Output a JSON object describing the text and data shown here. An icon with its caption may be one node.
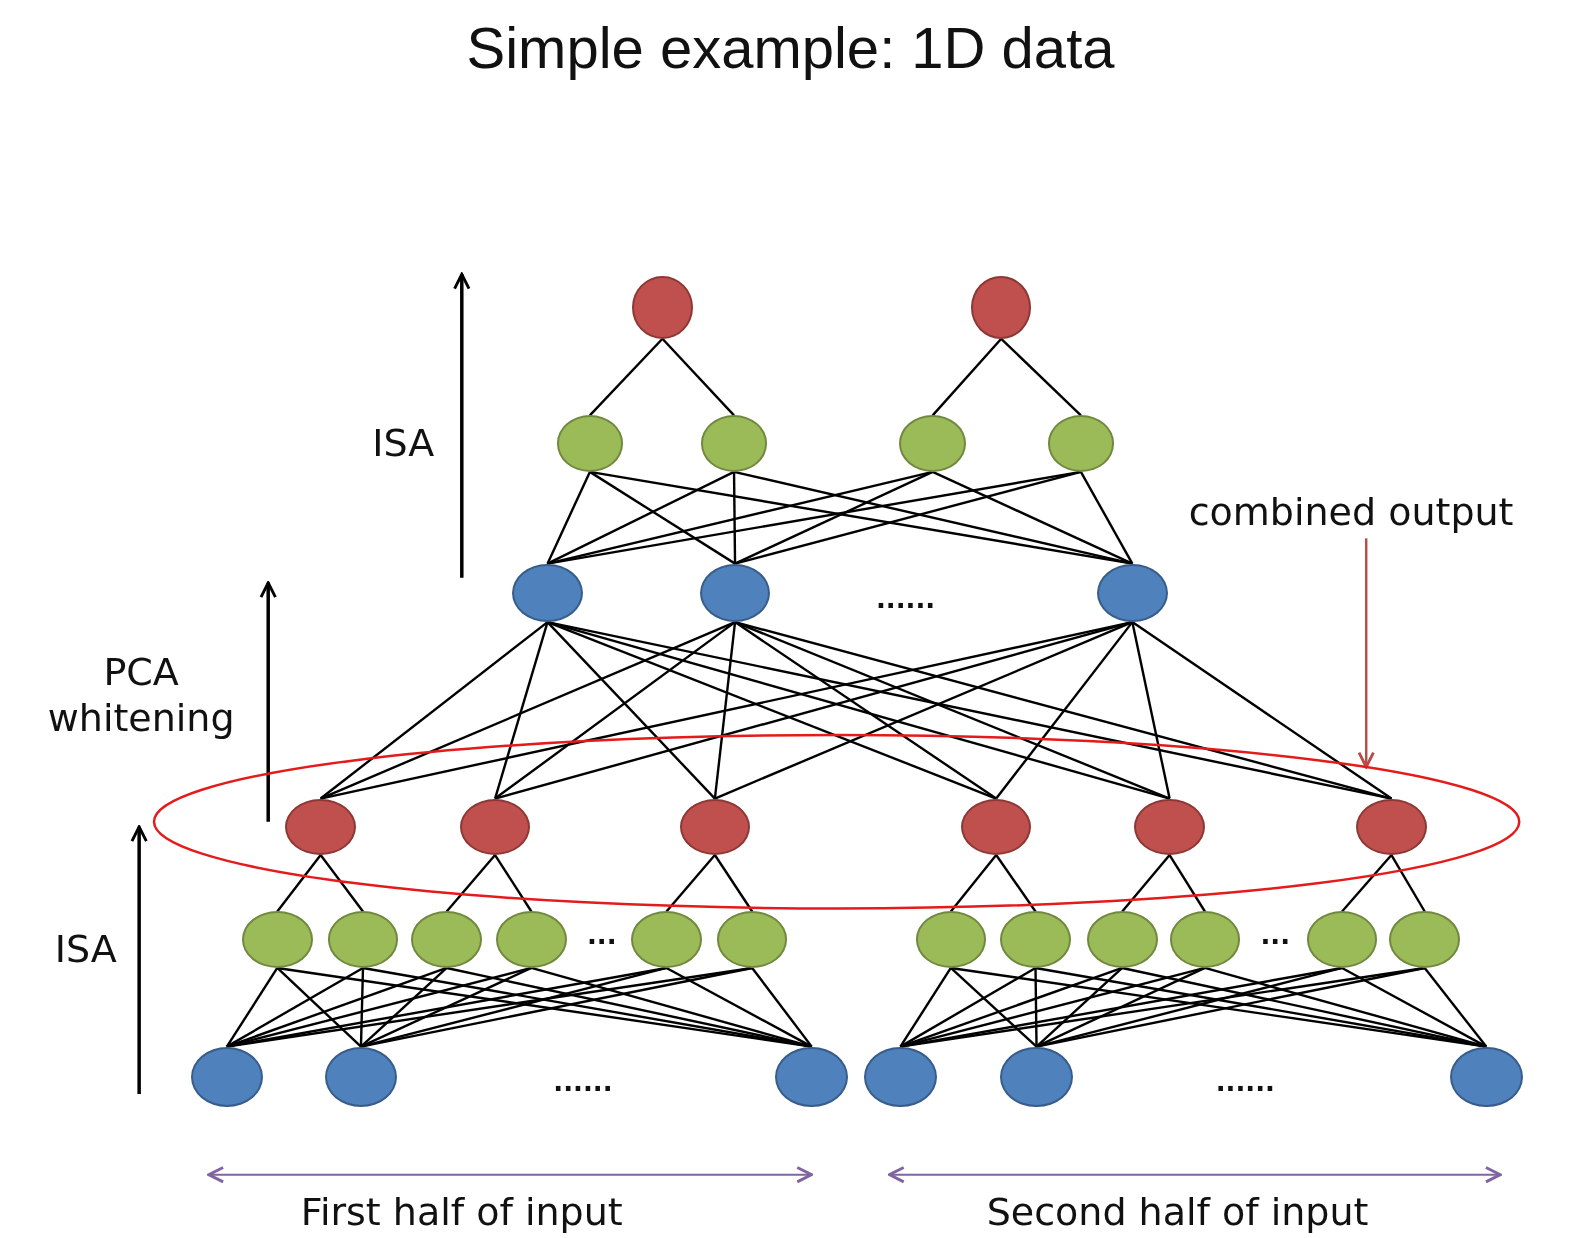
{
  "diagram": {
    "title": "Simple example: 1D data",
    "nodes": [
      {
        "text": [],
        "shape": "circle"
      },
      {
        "text": [],
        "shape": "circle"
      },
      {
        "text": [],
        "shape": "circle"
      },
      {
        "text": [],
        "shape": "circle"
      },
      {
        "text": [],
        "shape": "circle"
      },
      {
        "text": [],
        "shape": "circle"
      },
      {
        "text": [
          "combined output"
        ]
      },
      {
        "text": [],
        "shape": "circle"
      },
      {
        "text": [],
        "shape": "circle"
      },
      {
        "text": [],
        "shape": "circle"
      },
      {
        "text": [],
        "shape": "ellipse"
      },
      {
        "text": [],
        "shape": "circle",
        "in": 10
      },
      {
        "text": [],
        "shape": "circle",
        "in": 10
      },
      {
        "text": [],
        "shape": "circle",
        "in": 10
      },
      {
        "text": [],
        "shape": "circle",
        "in": 10
      },
      {
        "text": [],
        "shape": "circle",
        "in": 10
      },
      {
        "text": [],
        "shape": "circle",
        "in": 10
      },
      {
        "text": [],
        "shape": "circle"
      },
      {
        "text": [],
        "shape": "circle"
      },
      {
        "text": [],
        "shape": "circle"
      },
      {
        "text": [],
        "shape": "circle"
      },
      {
        "text": [],
        "shape": "circle"
      },
      {
        "text": [],
        "shape": "circle"
      },
      {
        "text": [],
        "shape": "circle"
      },
      {
        "text": [],
        "shape": "circle"
      },
      {
        "text": [],
        "shape": "circle"
      },
      {
        "text": [],
        "shape": "circle"
      },
      {
        "text": [],
        "shape": "circle"
      },
      {
        "text": [],
        "shape": "circle"
      },
      {
        "text": [],
        "shape": "circle"
      },
      {
        "text": [],
        "shape": "circle"
      },
      {
        "text": [],
        "shape": "circle"
      },
      {
        "text": [],
        "shape": "circle"
      },
      {
        "text": [],
        "shape": "circle"
      },
      {
        "text": [],
        "shape": "circle"
      }
    ],
    "edges": [
      {
        "from": 0,
        "to": 2,
        "arrow": "none"
      },
      {
        "from": 0,
        "to": 3,
        "arrow": "none"
      },
      {
        "from": 1,
        "to": 4,
        "arrow": "none"
      },
      {
        "from": 1,
        "to": 5,
        "arrow": "none"
      },
      {
        "from": 2,
        "to": 7,
        "arrow": "none"
      },
      {
        "from": 2,
        "to": 8,
        "arrow": "none"
      },
      {
        "from": 2,
        "to": 9,
        "arrow": "none"
      },
      {
        "from": 3,
        "to": 7,
        "arrow": "none"
      },
      {
        "from": 3,
        "to": 8,
        "arrow": "none"
      },
      {
        "from": 3,
        "to": 9,
        "arrow": "none"
      },
      {
        "from": 4,
        "to": 7,
        "arrow": "none"
      },
      {
        "from": 4,
        "to": 8,
        "arrow": "none"
      },
      {
        "from": 4,
        "to": 9,
        "arrow": "none"
      },
      {
        "from": 5,
        "to": 7,
        "arrow": "none"
      },
      {
        "from": 5,
        "to": 8,
        "arrow": "none"
      },
      {
        "from": 5,
        "to": 9,
        "arrow": "none"
      },
      {
        "from": 7,
        "to": 11,
        "arrow": "none"
      },
      {
        "from": 7,
        "to": 12,
        "arrow": "none"
      },
      {
        "from": 7,
        "to": 13,
        "arrow": "none"
      },
      {
        "from": 7,
        "to": 14,
        "arrow": "none"
      },
      {
        "from": 7,
        "to": 15,
        "arrow": "none"
      },
      {
        "from": 7,
        "to": 16,
        "arrow": "none"
      },
      {
        "from": 8,
        "to": 11,
        "arrow": "none"
      },
      {
        "from": 8,
        "to": 12,
        "arrow": "none"
      },
      {
        "from": 8,
        "to": 13,
        "arrow": "none"
      },
      {
        "from": 8,
        "to": 14,
        "arrow": "none"
      },
      {
        "from": 8,
        "to": 15,
        "arrow": "none"
      },
      {
        "from": 8,
        "to": 16,
        "arrow": "none"
      },
      {
        "from": 9,
        "to": 11,
        "arrow": "none"
      },
      {
        "from": 9,
        "to": 12,
        "arrow": "none"
      },
      {
        "from": 9,
        "to": 13,
        "arrow": "none"
      },
      {
        "from": 9,
        "to": 14,
        "arrow": "none"
      },
      {
        "from": 9,
        "to": 15,
        "arrow": "none"
      },
      {
        "from": 9,
        "to": 16,
        "arrow": "none"
      },
      {
        "from": 11,
        "to": 17,
        "arrow": "none"
      },
      {
        "from": 11,
        "to": 18,
        "arrow": "none"
      },
      {
        "from": 12,
        "to": 19,
        "arrow": "none"
      },
      {
        "from": 12,
        "to": 20,
        "arrow": "none"
      },
      {
        "from": 13,
        "to": 21,
        "arrow": "none"
      },
      {
        "from": 13,
        "to": 22,
        "arrow": "none"
      },
      {
        "from": 14,
        "to": 23,
        "arrow": "none"
      },
      {
        "from": 14,
        "to": 24,
        "arrow": "none"
      },
      {
        "from": 15,
        "to": 25,
        "arrow": "none"
      },
      {
        "from": 15,
        "to": 26,
        "arrow": "none"
      },
      {
        "from": 16,
        "to": 27,
        "arrow": "none"
      },
      {
        "from": 16,
        "to": 28,
        "arrow": "none"
      },
      {
        "from": 17,
        "to": 29,
        "arrow": "none"
      },
      {
        "from": 17,
        "to": 30,
        "arrow": "none"
      },
      {
        "from": 17,
        "to": 31,
        "arrow": "none"
      },
      {
        "from": 18,
        "to": 29,
        "arrow": "none"
      },
      {
        "from": 18,
        "to": 30,
        "arrow": "none"
      },
      {
        "from": 18,
        "to": 31,
        "arrow": "none"
      },
      {
        "from": 19,
        "to": 29,
        "arrow": "none"
      },
      {
        "from": 19,
        "to": 30,
        "arrow": "none"
      },
      {
        "from": 19,
        "to": 31,
        "arrow": "none"
      },
      {
        "from": 20,
        "to": 29,
        "arrow": "none"
      },
      {
        "from": 20,
        "to": 30,
        "arrow": "none"
      },
      {
        "from": 20,
        "to": 31,
        "arrow": "none"
      },
      {
        "from": 21,
        "to": 29,
        "arrow": "none"
      },
      {
        "from": 21,
        "to": 30,
        "arrow": "none"
      },
      {
        "from": 21,
        "to": 31,
        "arrow": "none"
      },
      {
        "from": 22,
        "to": 29,
        "arrow": "none"
      },
      {
        "from": 22,
        "to": 30,
        "arrow": "none"
      },
      {
        "from": 22,
        "to": 31,
        "arrow": "none"
      },
      {
        "from": 23,
        "to": 32,
        "arrow": "none"
      },
      {
        "from": 23,
        "to": 33,
        "arrow": "none"
      },
      {
        "from": 23,
        "to": 34,
        "arrow": "none"
      },
      {
        "from": 24,
        "to": 32,
        "arrow": "none"
      },
      {
        "from": 24,
        "to": 33,
        "arrow": "none"
      },
      {
        "from": 24,
        "to": 34,
        "arrow": "none"
      },
      {
        "from": 25,
        "to": 32,
        "arrow": "none"
      },
      {
        "from": 25,
        "to": 33,
        "arrow": "none"
      },
      {
        "from": 25,
        "to": 34,
        "arrow": "none"
      },
      {
        "from": 26,
        "to": 32,
        "arrow": "none"
      },
      {
        "from": 26,
        "to": 33,
        "arrow": "none"
      },
      {
        "from": 26,
        "to": 34,
        "arrow": "none"
      },
      {
        "from": 27,
        "to": 32,
        "arrow": "none"
      },
      {
        "from": 27,
        "to": 33,
        "arrow": "none"
      },
      {
        "from": 27,
        "to": 34,
        "arrow": "none"
      },
      {
        "from": 28,
        "to": 32,
        "arrow": "none"
      },
      {
        "from": 28,
        "to": 33,
        "arrow": "none"
      },
      {
        "from": 28,
        "to": 34,
        "arrow": "none"
      },
      {
        "from": 6,
        "to": 10,
        "arrow": "to",
        "color": "#b94a48"
      }
    ],
    "labels": [
      "ISA",
      "......",
      "PCA whitening",
      "ISA",
      "...",
      "...",
      "......",
      "......",
      "First half of input",
      "Second half of input"
    ]
  }
}
